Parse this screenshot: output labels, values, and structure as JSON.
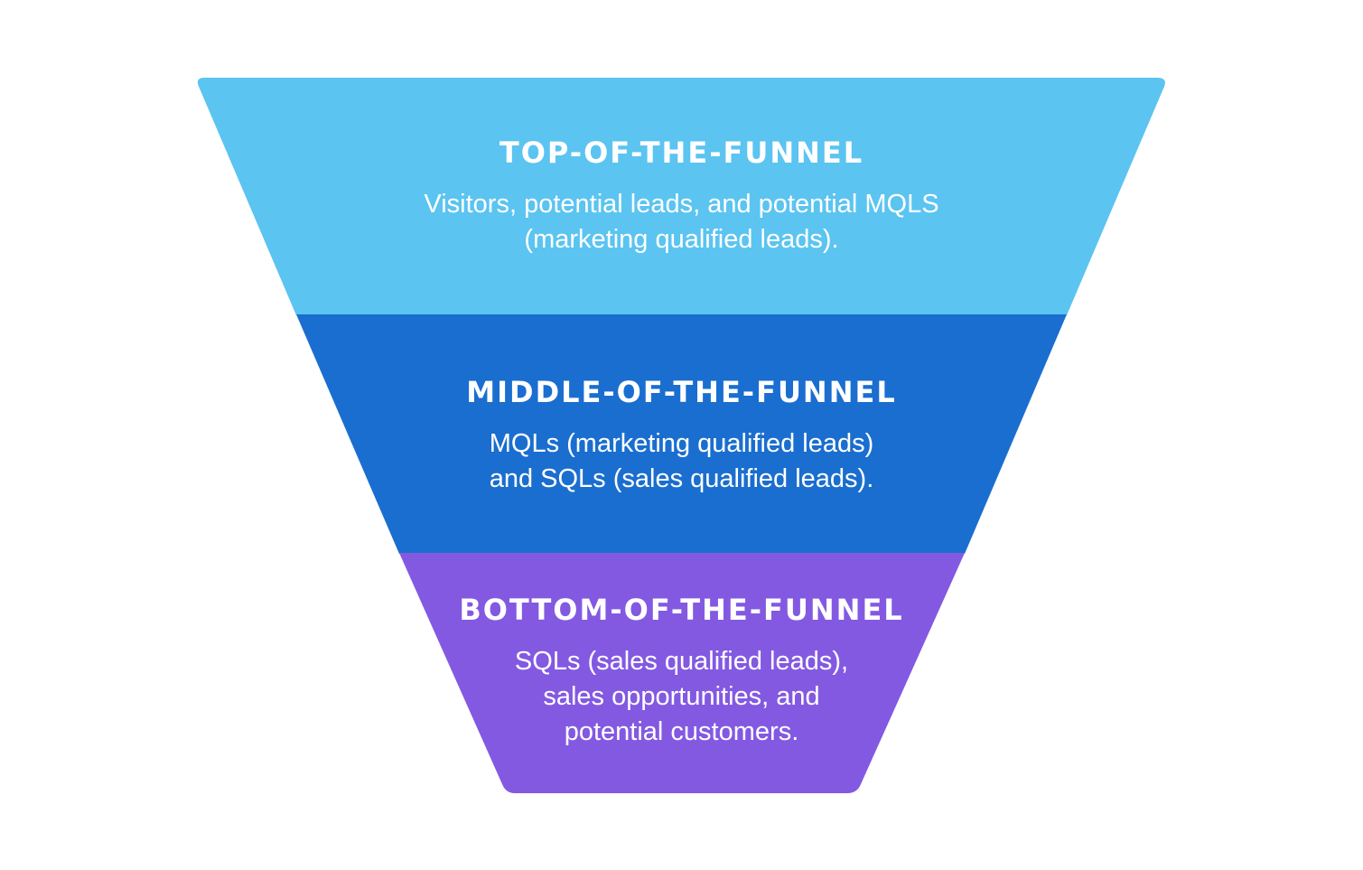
{
  "colors": {
    "top": "#5BC4F1",
    "middle": "#1A6ECF",
    "bottom": "#8359E2",
    "text": "#FFFFFF"
  },
  "stages": [
    {
      "title": "TOP-OF-THE-FUNNEL",
      "lines": [
        "Visitors, potential leads, and potential MQLS",
        "(marketing qualified leads)."
      ]
    },
    {
      "title": "MIDDLE-OF-THE-FUNNEL",
      "lines": [
        "MQLs (marketing qualified leads)",
        "and SQLs (sales qualified leads)."
      ]
    },
    {
      "title": "BOTTOM-OF-THE-FUNNEL",
      "lines": [
        "SQLs (sales qualified leads),",
        "sales opportunities, and",
        "potential customers."
      ]
    }
  ]
}
